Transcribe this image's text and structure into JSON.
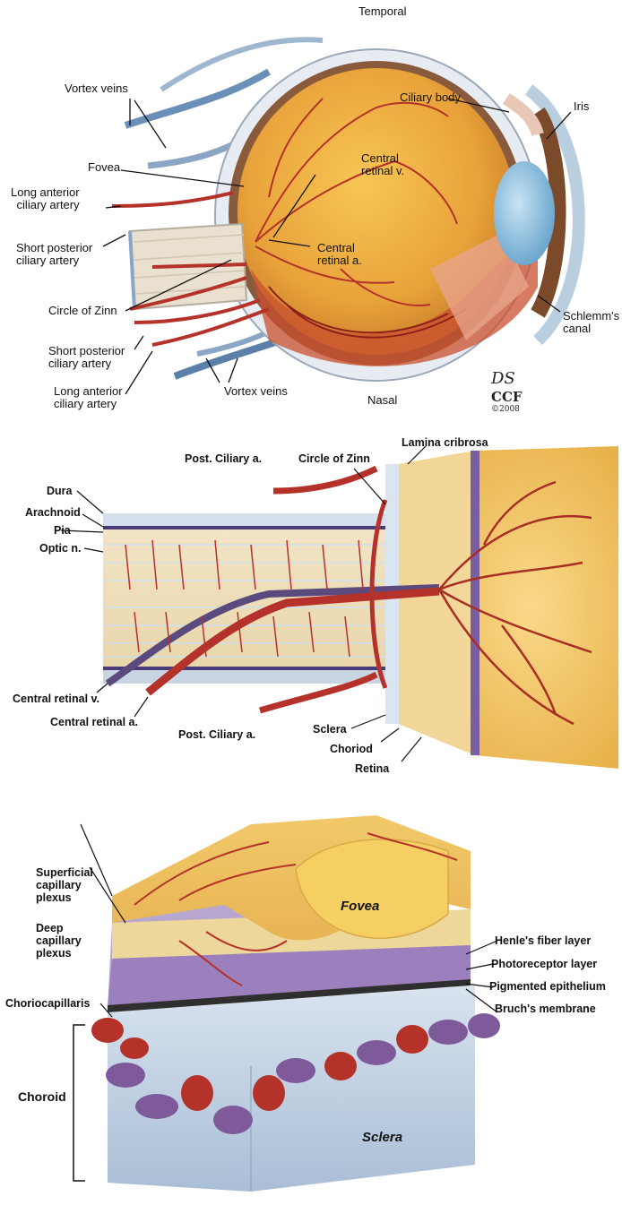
{
  "panel1": {
    "labels": {
      "temporal": "Temporal",
      "nasal": "Nasal",
      "vortex_top": "Vortex veins",
      "vortex_bottom": "Vortex veins",
      "fovea": "Fovea",
      "long_ant_top": "Long anterior\nciliary artery",
      "short_post_top": "Short posterior\nciliary artery",
      "circle_zinn": "Circle of Zinn",
      "short_post_bottom": "Short posterior\nciliary artery",
      "long_ant_bottom": "Long anterior\nciliary artery",
      "central_retinal_v": "Central\nretinal v.",
      "central_retinal_a": "Central\nretinal a.",
      "ciliary_body": "Ciliary body",
      "iris": "Iris",
      "schlemm": "Schlemm's\ncanal"
    },
    "signature": {
      "initials": "DS",
      "org": "CCF",
      "year": "©2008"
    }
  },
  "panel2": {
    "labels": {
      "post_ciliary_top": "Post. Ciliary a.",
      "circle_zinn": "Circle of Zinn",
      "lamina_cribrosa": "Lamina cribrosa",
      "dura": "Dura",
      "arachnoid": "Arachnoid",
      "pia": "Pia",
      "optic_n": "Optic n.",
      "central_retinal_v": "Central retinal v.",
      "central_retinal_a": "Central retinal a.",
      "post_ciliary_bottom": "Post. Ciliary a.",
      "sclera": "Sclera",
      "choriod": "Choriod",
      "retina": "Retina"
    }
  },
  "panel3": {
    "labels": {
      "superficial": "Superficial\ncapillary\nplexus",
      "deep": "Deep\ncapillary\nplexus",
      "choriocapillaris": "Choriocapillaris",
      "choroid": "Choroid",
      "fovea": "Fovea",
      "henle": "Henle's fiber layer",
      "photoreceptor": "Photoreceptor layer",
      "pigmented": "Pigmented epithelium",
      "bruch": "Bruch's membrane",
      "sclera": "Sclera"
    }
  },
  "colors": {
    "artery": "#b5322a",
    "vein": "#5a7fa8",
    "retina_fill": "#e9a838",
    "sclera": "#dfe6ef",
    "choroid_vessel_purple": "#7e5a9a"
  }
}
